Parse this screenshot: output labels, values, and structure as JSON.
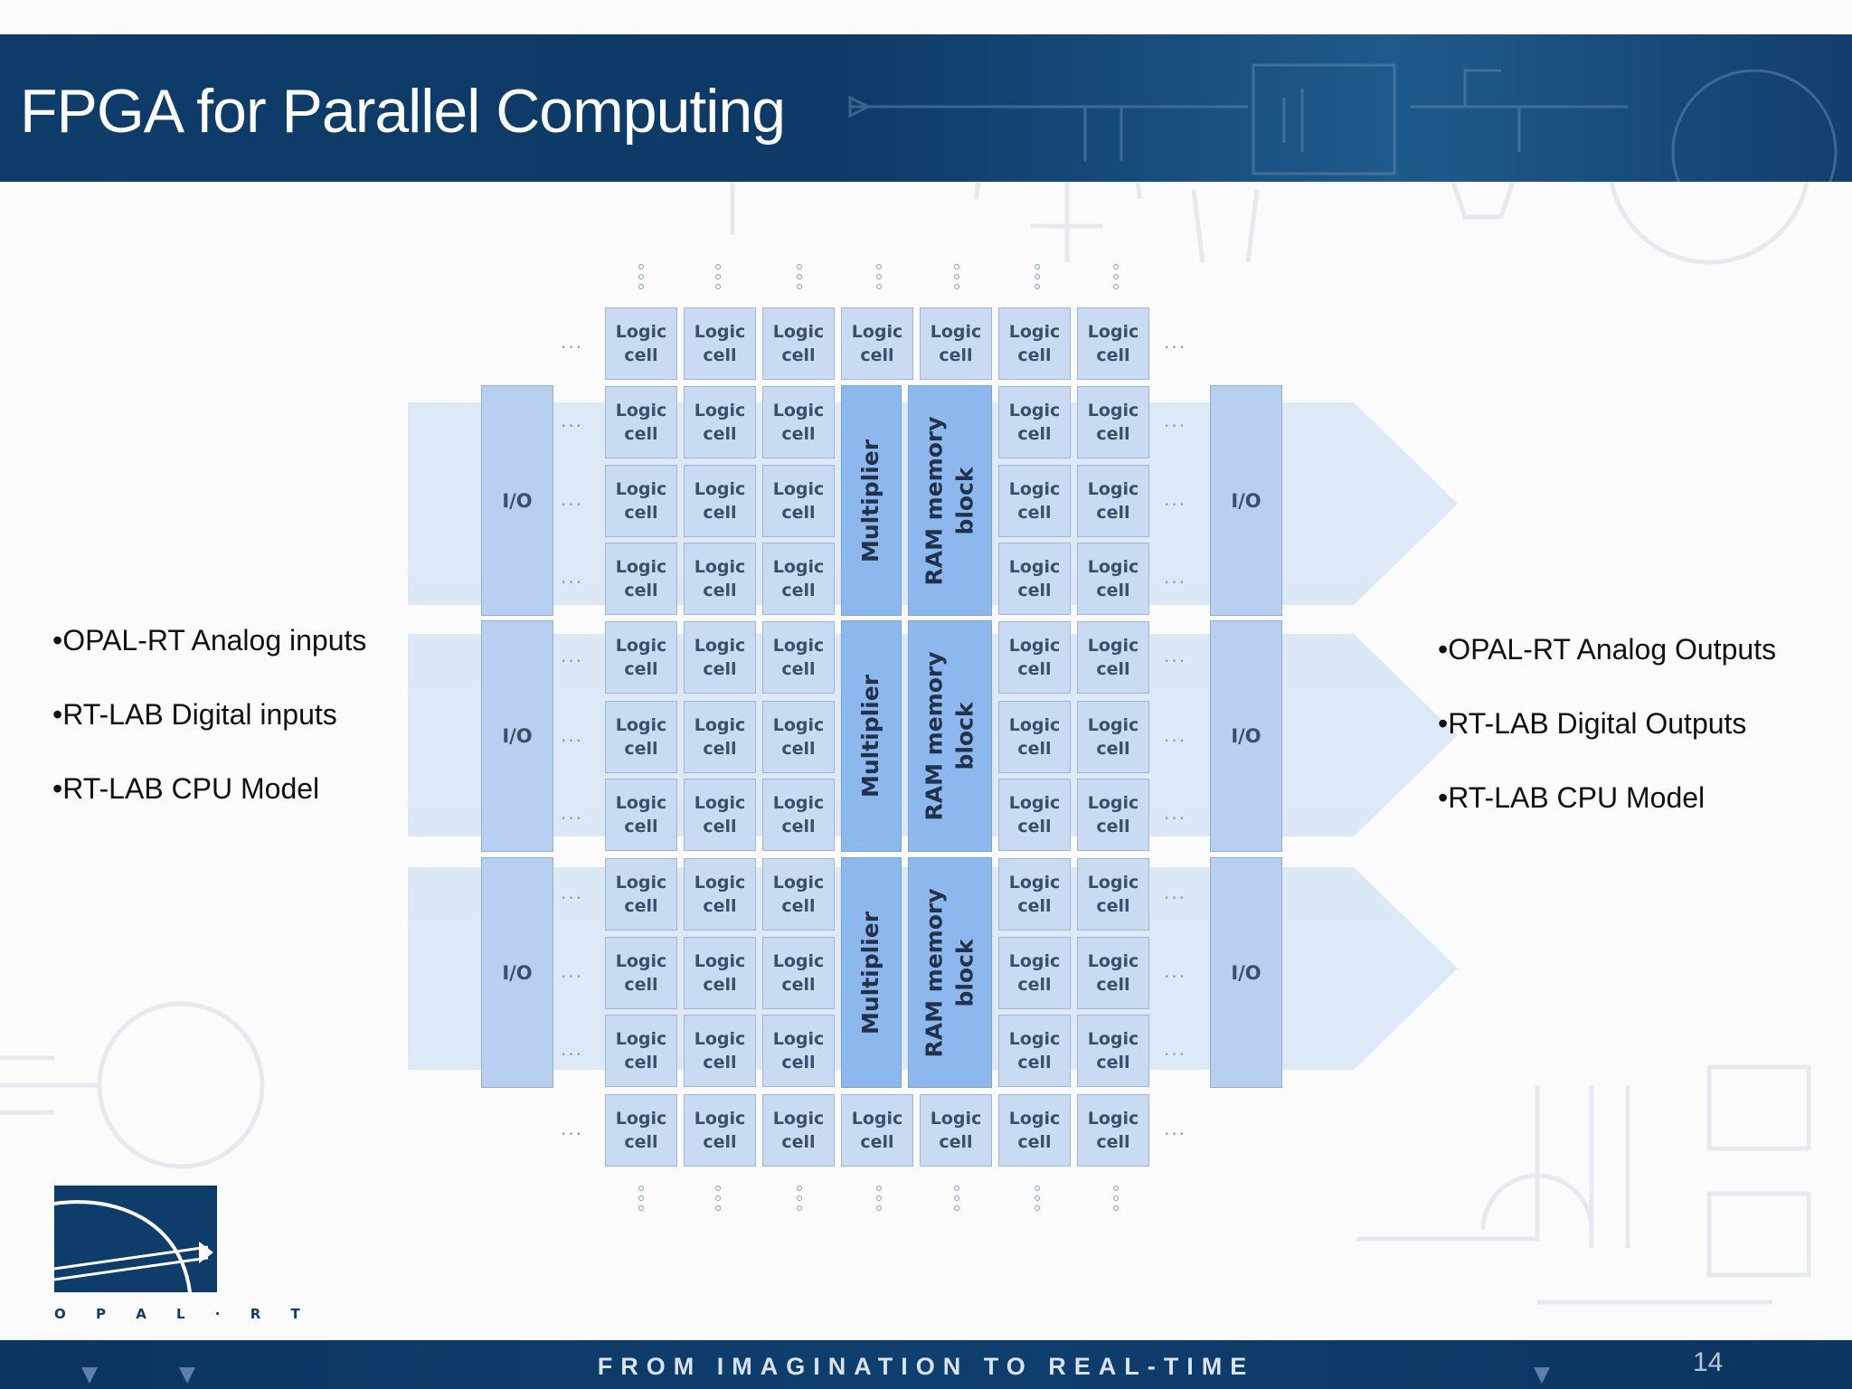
{
  "slide": {
    "title": "FPGA for Parallel Computing",
    "tagline": "FROM IMAGINATION TO REAL-TIME",
    "page_number": "14",
    "logo_text": "OPAL-RT"
  },
  "left_bullets": [
    "•OPAL-RT Analog inputs",
    "•RT-LAB Digital inputs",
    "•RT-LAB CPU Model"
  ],
  "right_bullets": [
    "•OPAL-RT Analog Outputs",
    "•RT-LAB Digital Outputs",
    "•RT-LAB CPU Model"
  ],
  "fpga": {
    "logic_cell_label": [
      "Logic",
      "cell"
    ],
    "io_label": "I/O",
    "multiplier_label": "Multiplier",
    "ram_label": [
      "RAM memory",
      "block"
    ],
    "ellipsis": "...",
    "bands": 3,
    "rows_per_band": 3
  },
  "colors": {
    "header_blue": "#0e3d6b",
    "cell_fill": "#c9daf3",
    "block_fill": "#8db8ee",
    "band_fill": "#dce8f7"
  }
}
